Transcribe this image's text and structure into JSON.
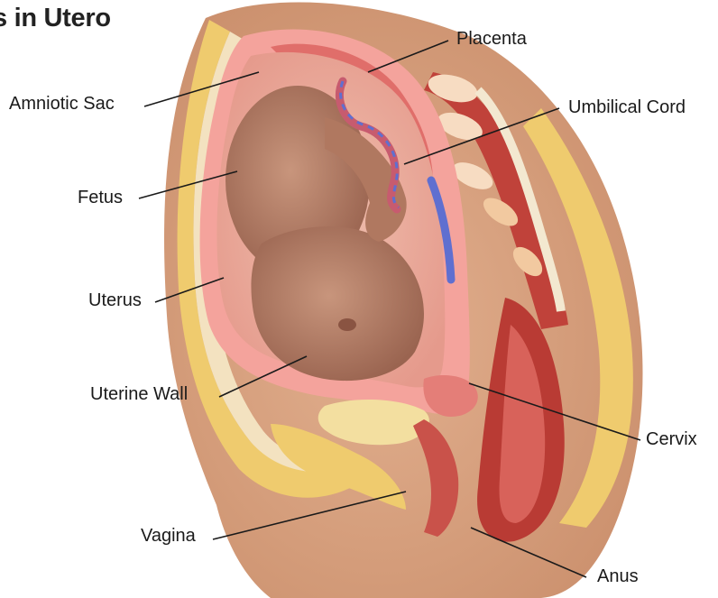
{
  "title": "s in Utero",
  "labels": {
    "placenta": "Placenta",
    "amniotic_sac": "Amniotic Sac",
    "umbilical_cord": "Umbilical Cord",
    "fetus": "Fetus",
    "uterus": "Uterus",
    "uterine_wall": "Uterine Wall",
    "cervix": "Cervix",
    "vagina": "Vagina",
    "anus": "Anus"
  },
  "colors": {
    "skin": "#d9a27f",
    "fat": "#efcb6e",
    "uterine_wall": "#f4a39c",
    "amniotic_fluid": "#e8aa9a",
    "fetus": "#b88169",
    "placenta": "#e06e6a",
    "muscle": "#b93b34",
    "vessel_blue": "#5f6fd0",
    "vertebra": "#f7dcc2"
  }
}
